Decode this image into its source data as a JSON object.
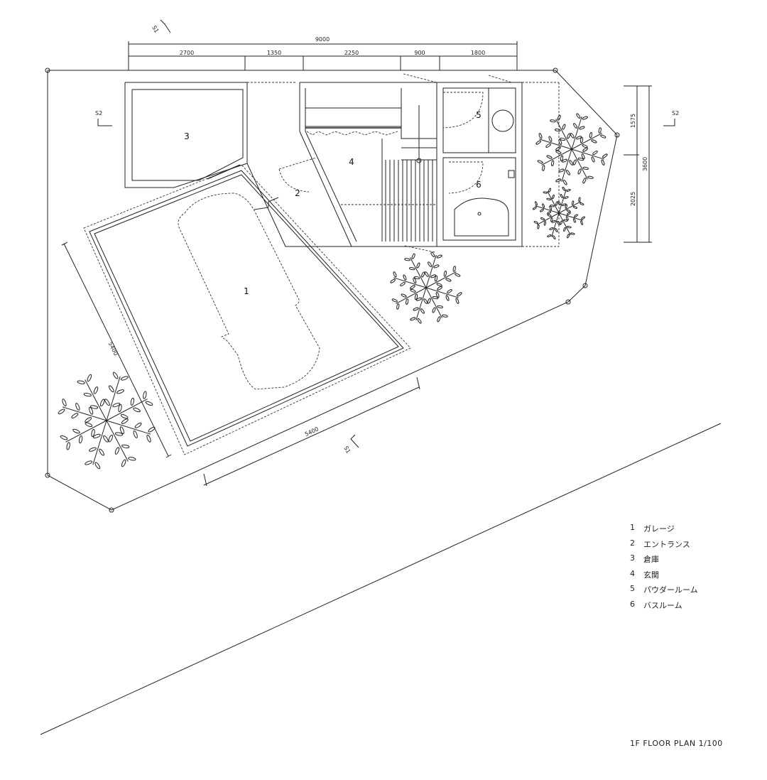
{
  "dimensions": {
    "top_total": "9000",
    "top_segments": [
      "2700",
      "1350",
      "2250",
      "900",
      "1800"
    ],
    "right_segments": [
      "1575",
      "2025"
    ],
    "right_total": "3600",
    "garage_side": "5400",
    "garage_front": "5400"
  },
  "section_marks": {
    "s1_top": "S1",
    "s1_bottom": "S1",
    "s2_left": "S2",
    "s2_right": "S2"
  },
  "rooms": [
    "1",
    "2",
    "3",
    "4",
    "5",
    "6"
  ],
  "legend": [
    {
      "num": "1",
      "label": "ガレージ"
    },
    {
      "num": "2",
      "label": "エントランス"
    },
    {
      "num": "3",
      "label": "倉庫"
    },
    {
      "num": "4",
      "label": "玄関"
    },
    {
      "num": "5",
      "label": "パウダールーム"
    },
    {
      "num": "6",
      "label": "バスルーム"
    }
  ],
  "title": "1F FLOOR PLAN 1/100"
}
